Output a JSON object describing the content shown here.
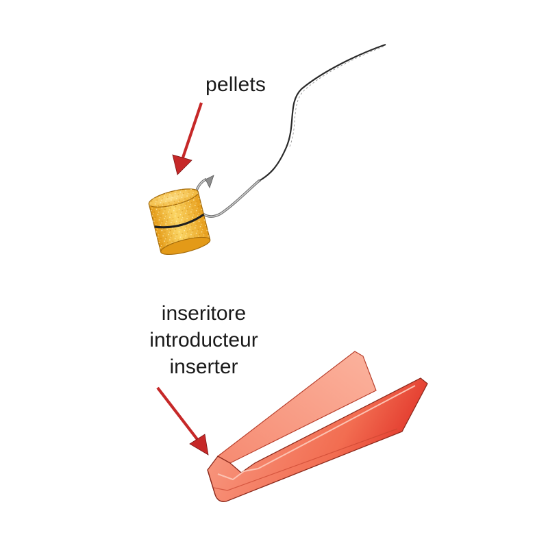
{
  "labels": {
    "pellets": "pellets",
    "inserter": [
      "inseritore",
      "introducteur",
      "inserter"
    ]
  },
  "colors": {
    "arrow": "#c62828",
    "line": "#2a2a2a",
    "hook": "#9e9e9e",
    "pellet": "#f2b733",
    "pellet_band": "#1e1e1e",
    "inserter": "#f06a4c"
  },
  "icons": {
    "pellet": "pellet-cylinder",
    "hook": "fish-hook",
    "inserter": "pellet-inserter-tool"
  }
}
